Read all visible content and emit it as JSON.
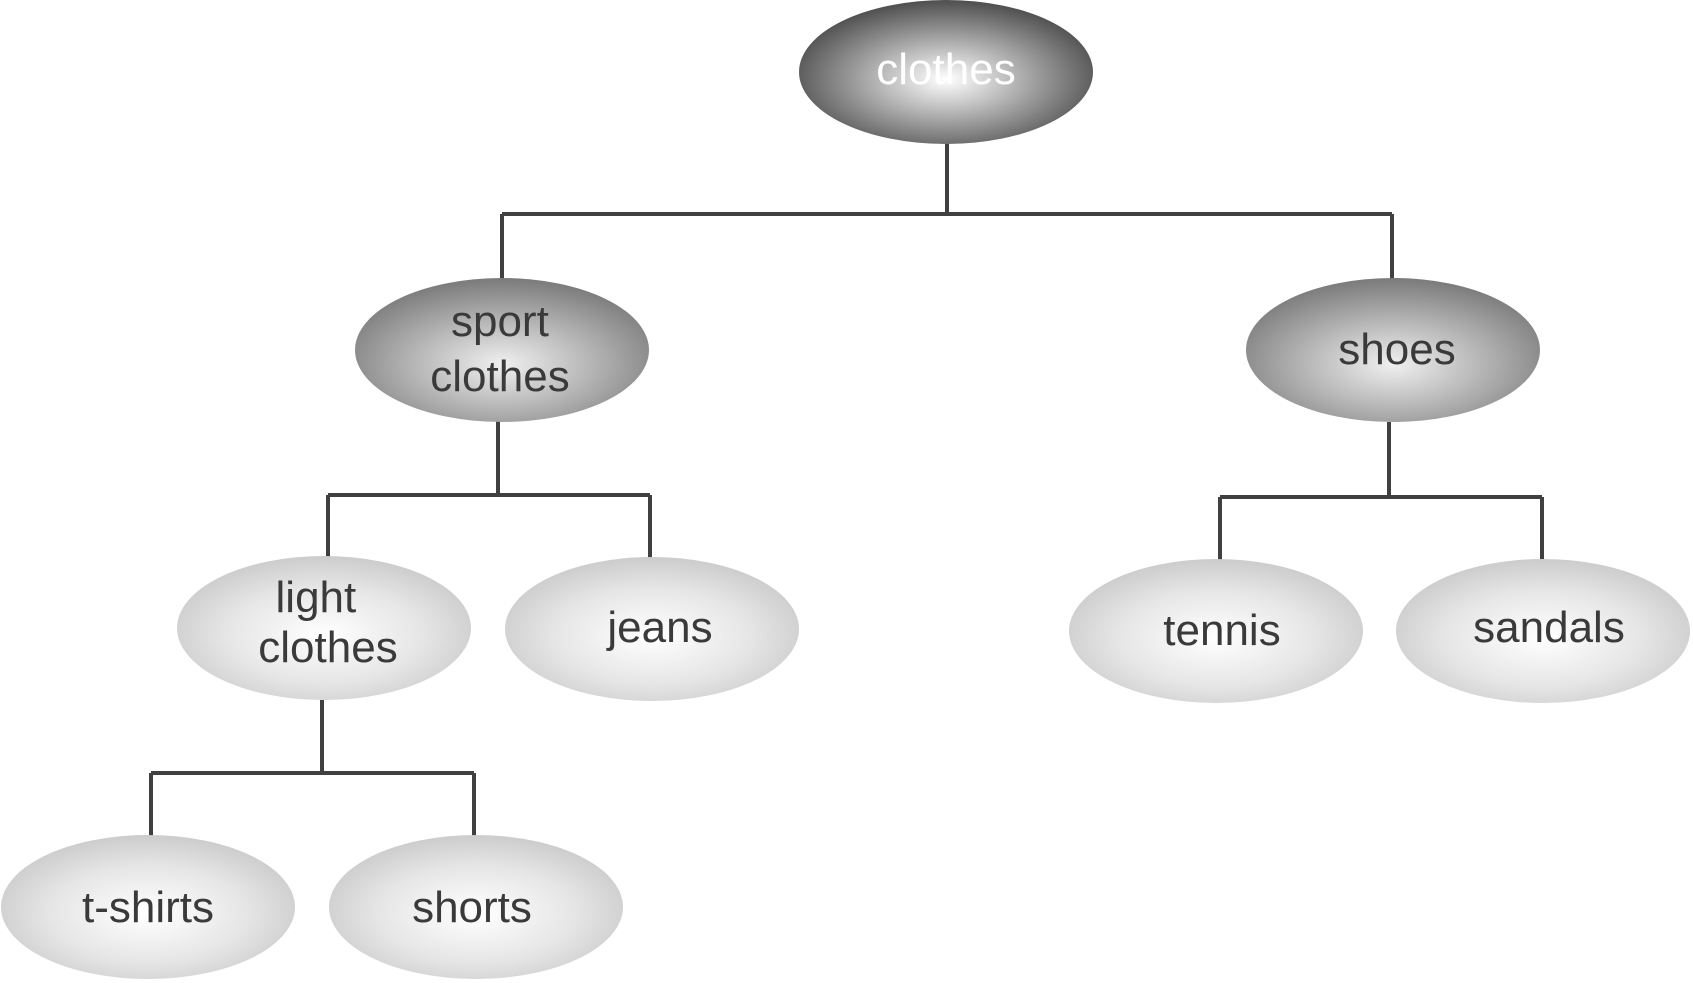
{
  "diagram": {
    "type": "tree",
    "root": {
      "id": "clothes",
      "label": [
        "clothes"
      ],
      "level": 0,
      "children": [
        {
          "id": "sport-clothes",
          "label": [
            "sport",
            "clothes"
          ],
          "level": 1,
          "children": [
            {
              "id": "light-clothes",
              "label": [
                "light",
                "clothes"
              ],
              "level": 2,
              "children": [
                {
                  "id": "t-shirts",
                  "label": [
                    "t-shirts"
                  ],
                  "level": 3,
                  "children": []
                },
                {
                  "id": "shorts",
                  "label": [
                    "shorts"
                  ],
                  "level": 3,
                  "children": []
                }
              ]
            },
            {
              "id": "jeans",
              "label": [
                "jeans"
              ],
              "level": 2,
              "children": []
            }
          ]
        },
        {
          "id": "shoes",
          "label": [
            "shoes"
          ],
          "level": 1,
          "children": [
            {
              "id": "tennis",
              "label": [
                "tennis"
              ],
              "level": 2,
              "children": []
            },
            {
              "id": "sandals",
              "label": [
                "sandals"
              ],
              "level": 2,
              "children": []
            }
          ]
        }
      ]
    }
  },
  "colors": {
    "level_0": {
      "center": "#ffffff",
      "edge": "#3e3e3e",
      "text": "#ffffff"
    },
    "level_1": {
      "center": "#f0f0f0",
      "edge": "#7a7a7a",
      "text": "#3a3a3a"
    },
    "level_2": {
      "center": "#ffffff",
      "edge": "#c6c6c6",
      "text": "#3a3a3a"
    },
    "level_3": {
      "center": "#ffffff",
      "edge": "#c6c6c6",
      "text": "#3a3a3a"
    },
    "connector": "#404040",
    "background": "#ffffff"
  }
}
